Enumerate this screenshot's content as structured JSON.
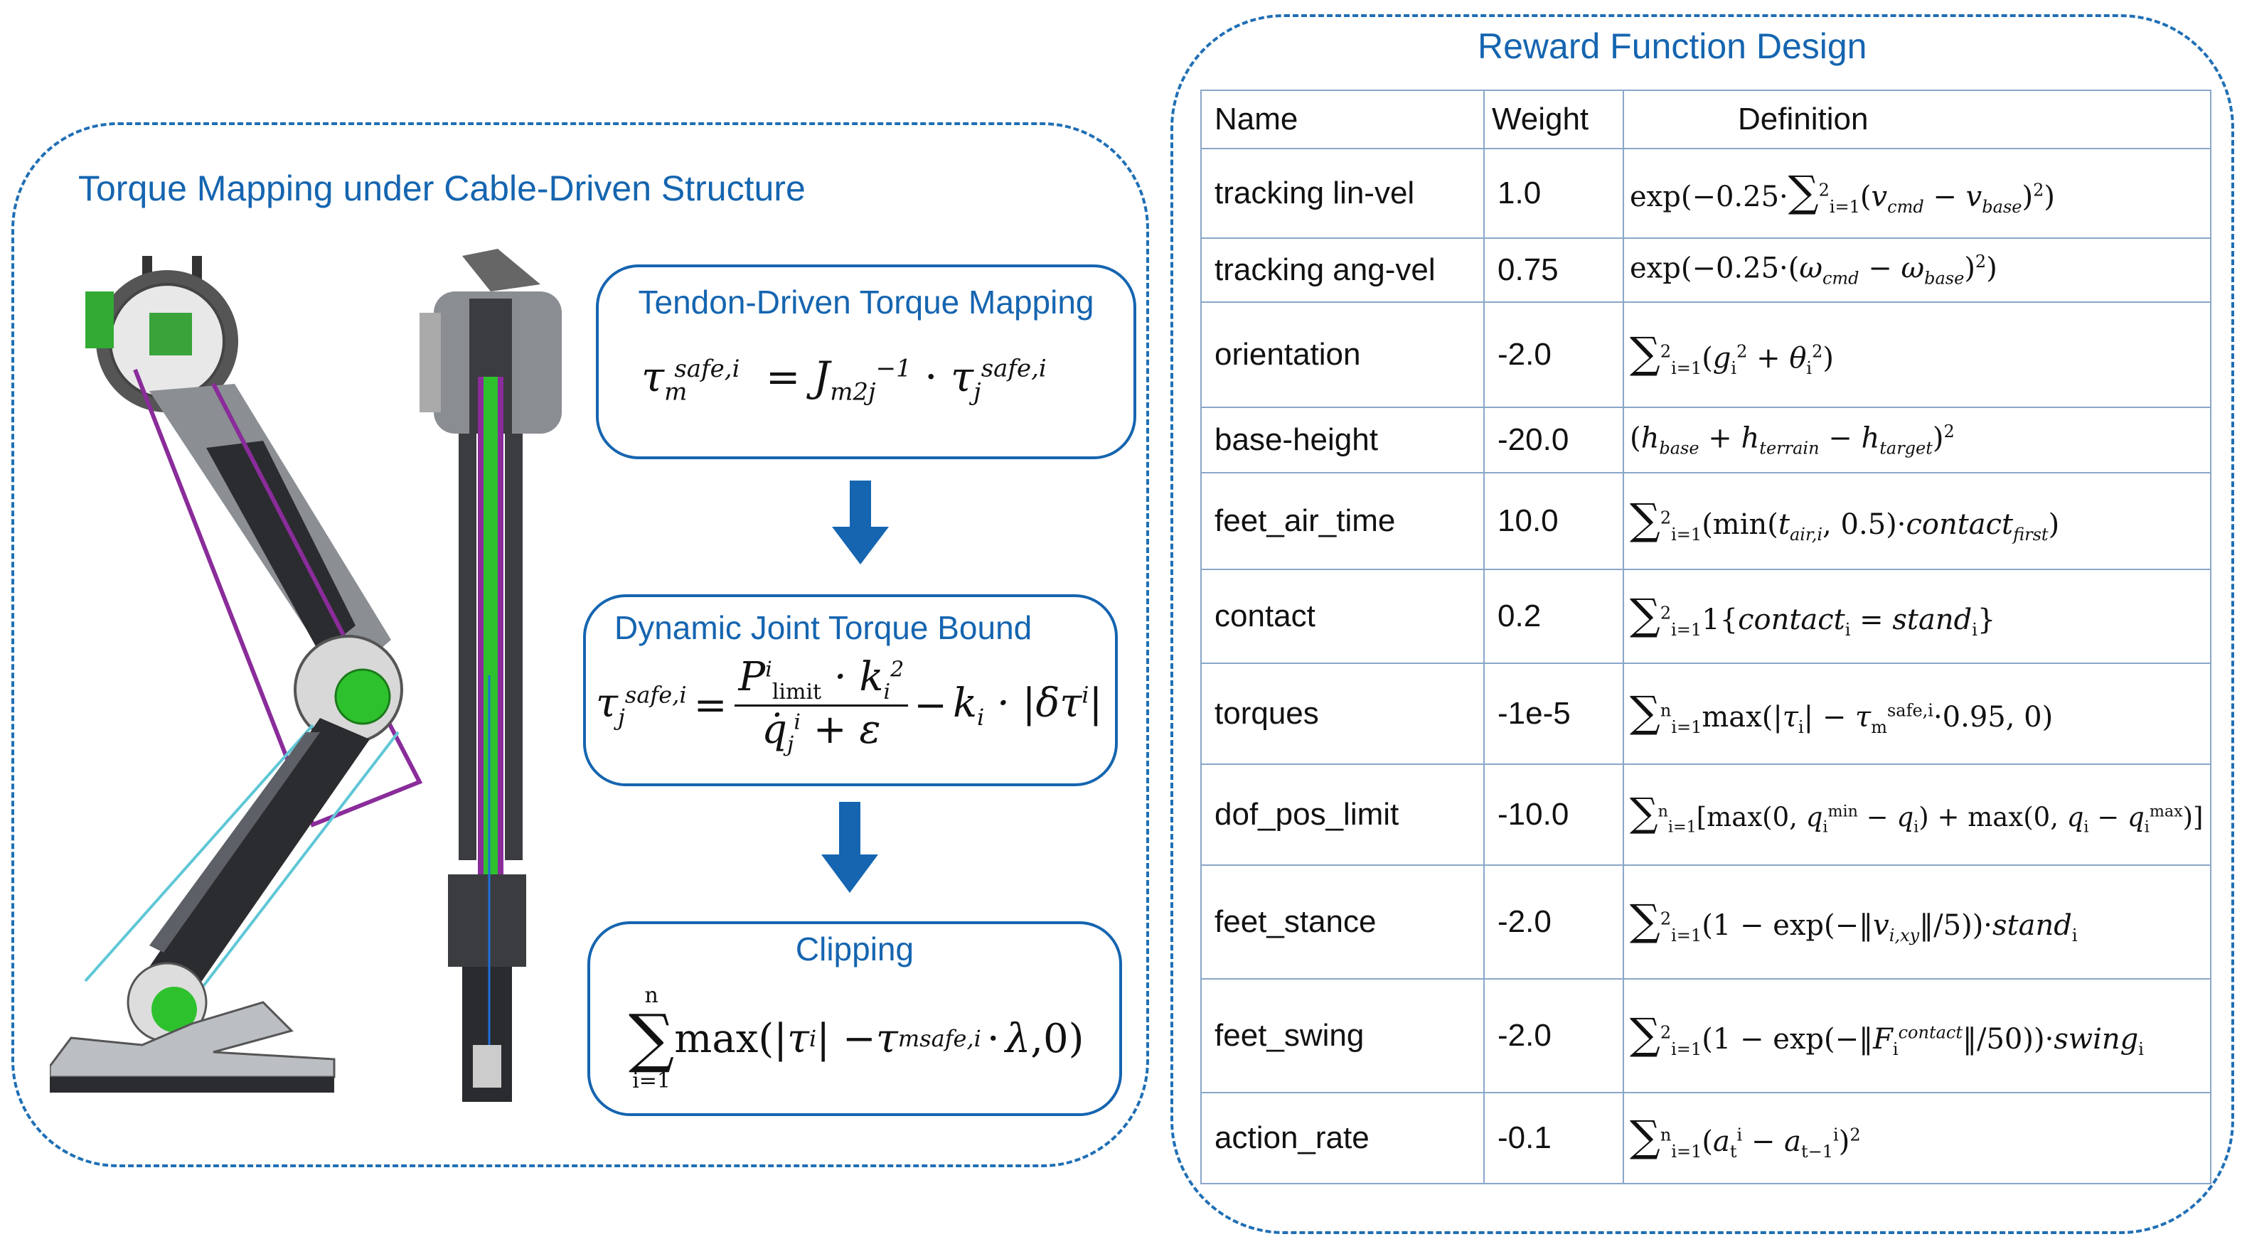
{
  "left_panel": {
    "title": "Torque Mapping under Cable-Driven Structure",
    "boxes": [
      {
        "title": "Tendon-Driven Torque Mapping",
        "formula": "τ_m^{safe,i} = J_{m2j}^{-1} · τ_j^{safe,i}"
      },
      {
        "title": "Dynamic Joint Torque Bound",
        "formula": "τ_j^{safe,i} = (P_limit^i · k_i^2) / (q̇_j^i + ε) − k_i · |δτ^i|"
      },
      {
        "title": "Clipping",
        "formula": "Σ_{i=1}^{n} max(|τ_i| − τ_m^{safe,i} · λ, 0)"
      }
    ]
  },
  "right_panel": {
    "title": "Reward Function Design",
    "headers": [
      "Name",
      "Weight",
      "Definition"
    ],
    "rows": [
      {
        "name": "tracking lin-vel",
        "weight": "1.0",
        "definition": "exp(−0.25·Σ_{i=1}^{2}(v_cmd − v_base)^2)"
      },
      {
        "name": "tracking ang-vel",
        "weight": "0.75",
        "definition": "exp(−0.25·(ω_cmd − ω_base)^2)"
      },
      {
        "name": "orientation",
        "weight": "-2.0",
        "definition": "Σ_{i=1}^{2}(g_i^2 + θ_i^2)"
      },
      {
        "name": "base-height",
        "weight": "-20.0",
        "definition": "(h_base + h_terrain − h_target)^2"
      },
      {
        "name": "feet_air_time",
        "weight": "10.0",
        "definition": "Σ_{i=1}^{2}(min(t_air,i, 0.5)·contact_first)"
      },
      {
        "name": "contact",
        "weight": "0.2",
        "definition": "Σ_{i=1}^{2}1{contact_i = stand_i}"
      },
      {
        "name": "torques",
        "weight": "-1e-5",
        "definition": "Σ_{i=1}^{n}max(|τ_i| − τ_m^{safe,i}·0.95, 0)"
      },
      {
        "name": "dof_pos_limit",
        "weight": "-10.0",
        "definition": "Σ_{i=1}^{n}[max(0, q_i^min − q_i) + max(0, q_i − q_i^max)]"
      },
      {
        "name": "feet_stance",
        "weight": "-2.0",
        "definition": "Σ_{i=1}^{2}(1 − exp(−‖v_i,xy‖/5))·stand_i"
      },
      {
        "name": "feet_swing",
        "weight": "-2.0",
        "definition": "Σ_{i=1}^{2}(1 − exp(−‖F_i^contact‖/50))·swing_i"
      },
      {
        "name": "action_rate",
        "weight": "-0.1",
        "definition": "Σ_{i=1}^{n}(a_t^i − a_{t−1}^i)^2"
      }
    ]
  },
  "colors": {
    "accent": "#1565b0",
    "table_border": "#8aa6c9",
    "purple_belt": "#8a2c9a",
    "cyan_belt": "#5fc7d6",
    "green_part": "#2ec12e"
  }
}
